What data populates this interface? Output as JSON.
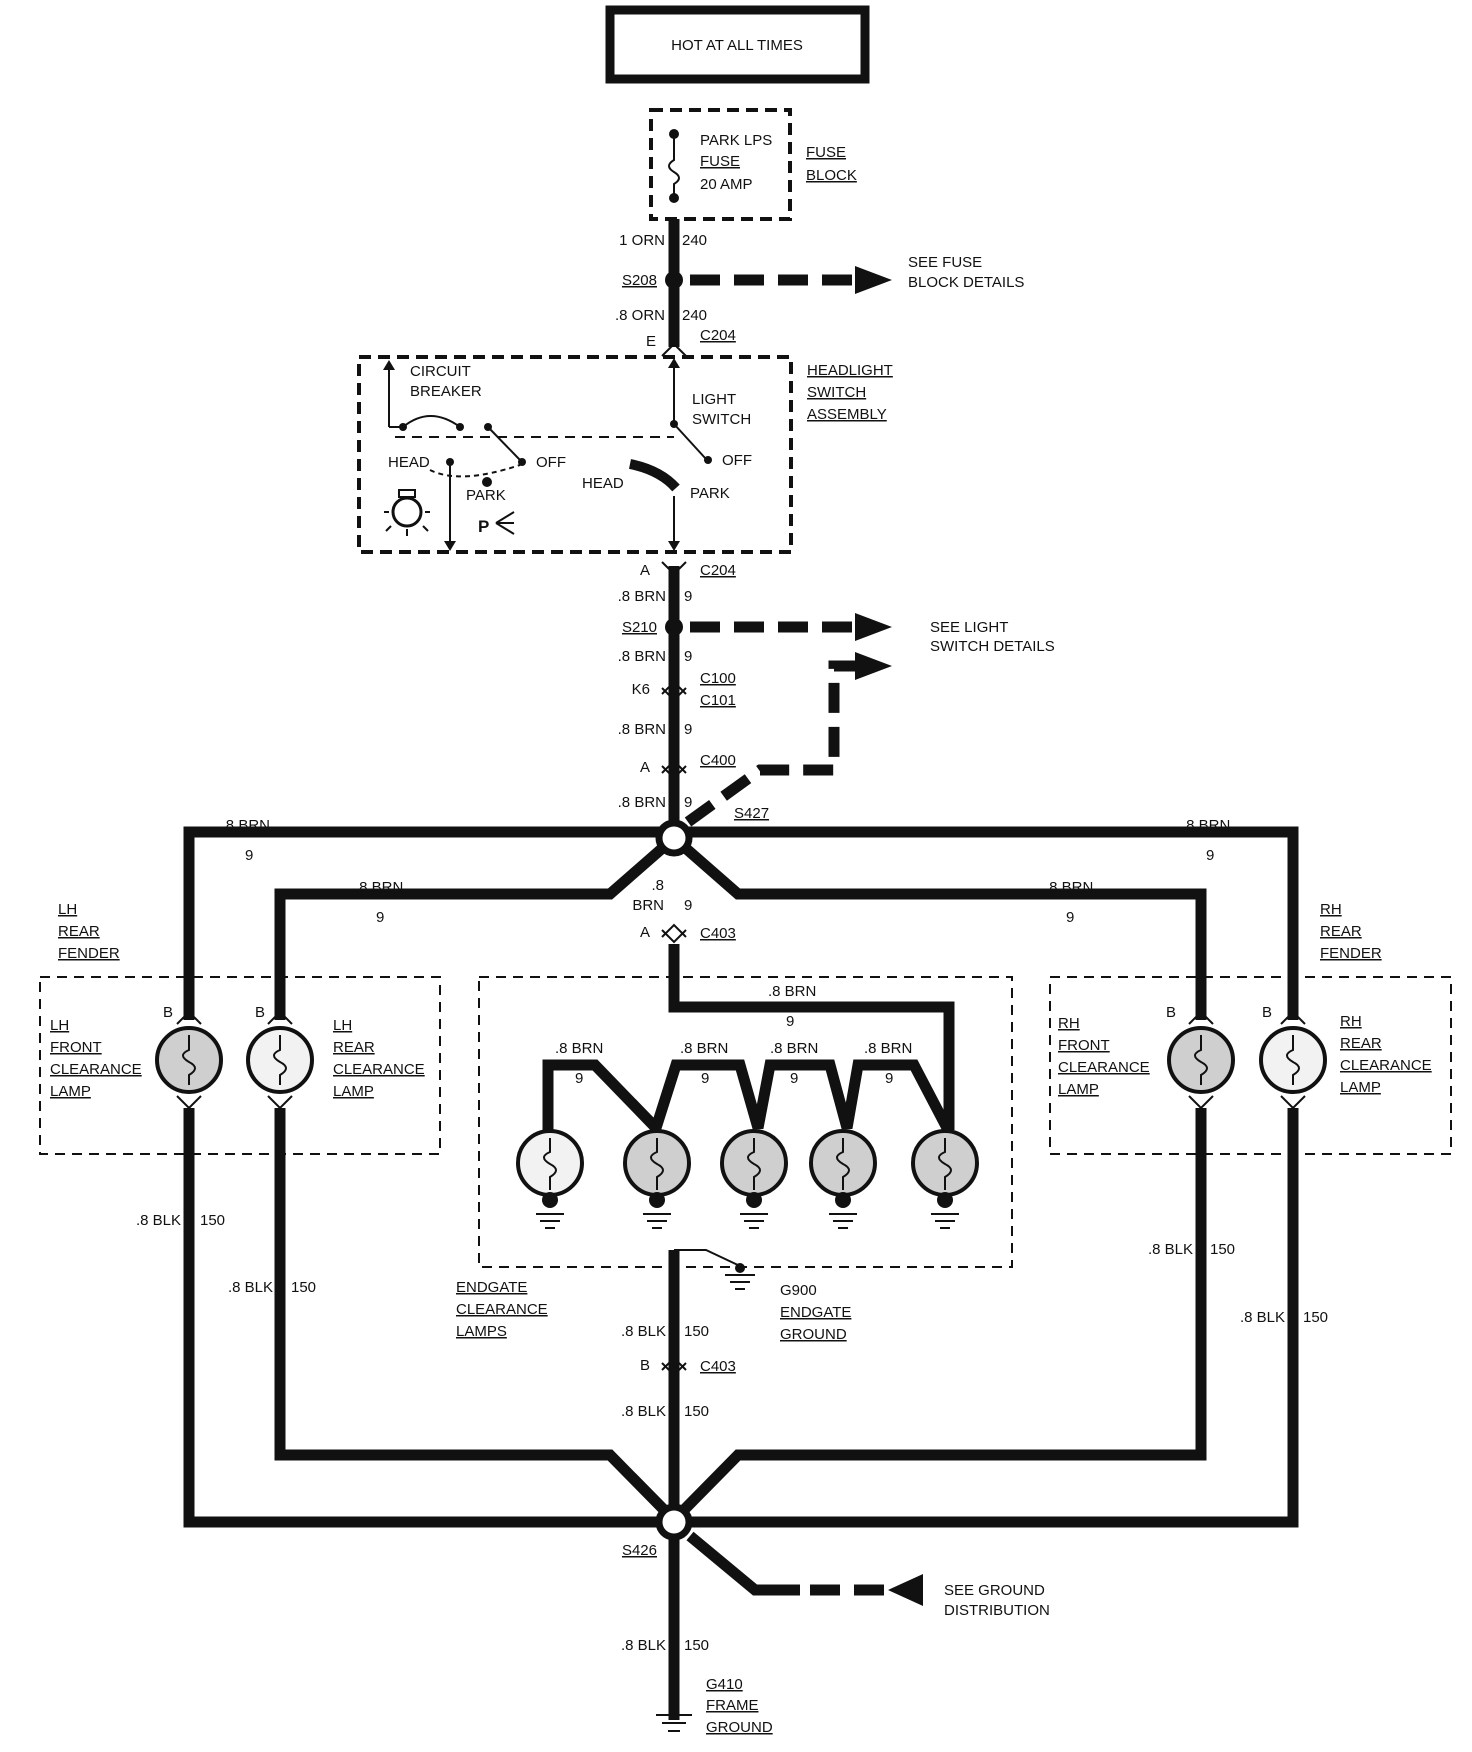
{
  "title_box": "HOT AT ALL TIMES",
  "fuse": {
    "name_l1": "PARK LPS",
    "name_l2": "FUSE",
    "rating": "20 AMP",
    "block_l1": "FUSE",
    "block_l2": "BLOCK"
  },
  "wires": {
    "orn_top": "1 ORN",
    "orn_top_num": "240",
    "orn_mid": ".8 ORN",
    "orn_mid_num": "240",
    "brn": ".8 BRN",
    "brn_split": ".8",
    "brn_split2": "BRN",
    "num9": "9",
    "blk": ".8 BLK",
    "num150": "150"
  },
  "splices": {
    "s208": "S208",
    "s210": "S210",
    "s427": "S427",
    "s426": "S426"
  },
  "connectors": {
    "c204": "C204",
    "c100": "C100",
    "c101": "C101",
    "c400": "C400",
    "c403": "C403",
    "pin_e": "E",
    "pin_a": "A",
    "pin_k6": "K6",
    "pin_b": "B"
  },
  "refs": {
    "fuse_l1": "SEE FUSE",
    "fuse_l2": "BLOCK DETAILS",
    "light_l1": "SEE LIGHT",
    "light_l2": "SWITCH DETAILS",
    "ground_l1": "SEE GROUND",
    "ground_l2": "DISTRIBUTION"
  },
  "headlight_switch": {
    "cb_l1": "CIRCUIT",
    "cb_l2": "BREAKER",
    "ls_l1": "LIGHT",
    "ls_l2": "SWITCH",
    "asm_l1": "HEADLIGHT",
    "asm_l2": "SWITCH",
    "asm_l3": "ASSEMBLY",
    "head": "HEAD",
    "park": "PARK",
    "off": "OFF",
    "p_symbol": "P"
  },
  "locations": {
    "lh1": "LH",
    "lh2": "REAR",
    "lh3": "FENDER",
    "rh1": "RH",
    "rh2": "REAR",
    "rh3": "FENDER"
  },
  "lamps": {
    "lh": "LH",
    "rh": "RH",
    "front": "FRONT",
    "rear": "REAR",
    "clearance": "CLEARANCE",
    "lamp": "LAMP",
    "endgate_l1": "ENDGATE",
    "endgate_l2": "CLEARANCE",
    "endgate_l3": "LAMPS"
  },
  "grounds": {
    "g900": "G900",
    "g900_l1": "ENDGATE",
    "g900_l2": "GROUND",
    "g410": "G410",
    "g410_l1": "FRAME",
    "g410_l2": "GROUND"
  }
}
